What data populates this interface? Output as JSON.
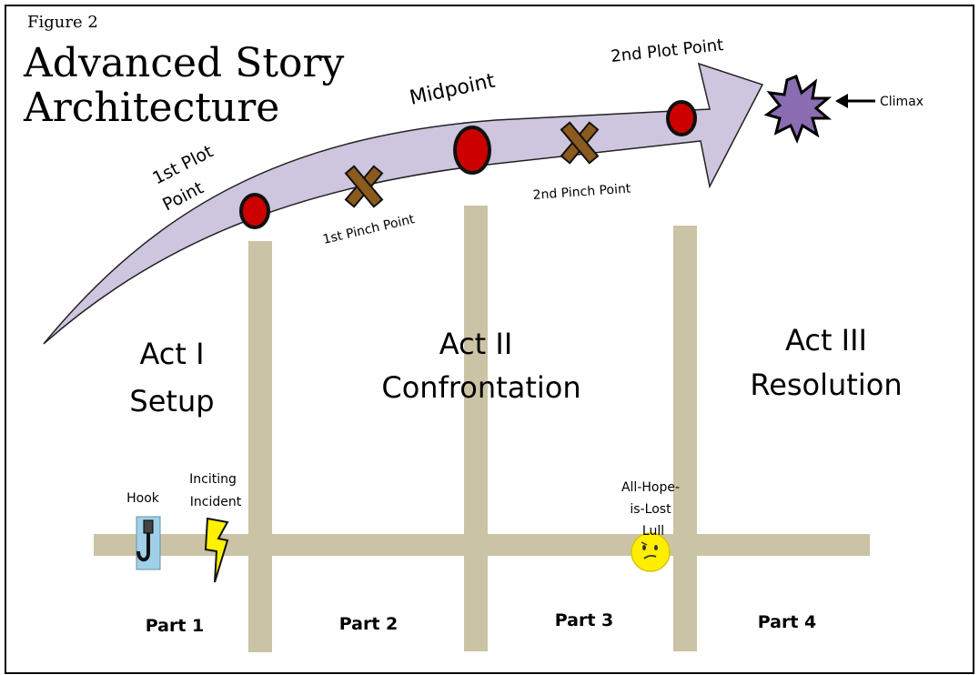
{
  "figure_label": "Figure 2",
  "title_line1": "Advanced Story",
  "title_line2": "Architecture",
  "arrow_points": {
    "first_plot_point_line1": "1st Plot",
    "first_plot_point_line2": "Point",
    "midpoint": "Midpoint",
    "second_plot_point": "2nd Plot Point",
    "first_pinch_point": "1st Pinch Point",
    "second_pinch_point": "2nd Pinch Point",
    "climax": "Climax"
  },
  "acts": {
    "act1_line1": "Act I",
    "act1_line2": "Setup",
    "act2_line1": "Act II",
    "act2_line2": "Confrontation",
    "act3_line1": "Act III",
    "act3_line2": "Resolution"
  },
  "timeline": {
    "hook": "Hook",
    "inciting_line1": "Inciting",
    "inciting_line2": "Incident",
    "lull_line1": "All-Hope-",
    "lull_line2": "is-Lost",
    "lull_line3": "Lull"
  },
  "parts": {
    "part1": "Part 1",
    "part2": "Part 2",
    "part3": "Part 3",
    "part4": "Part 4"
  },
  "colors": {
    "arrow_fill": "#cec5df",
    "beam": "#cbc3a6",
    "plot_point": "#cc0000",
    "pinch_cross": "#8b5a1e",
    "climax_star": "#8a6cb2",
    "lightning": "#fff200",
    "lull_face": "#ffee00"
  }
}
